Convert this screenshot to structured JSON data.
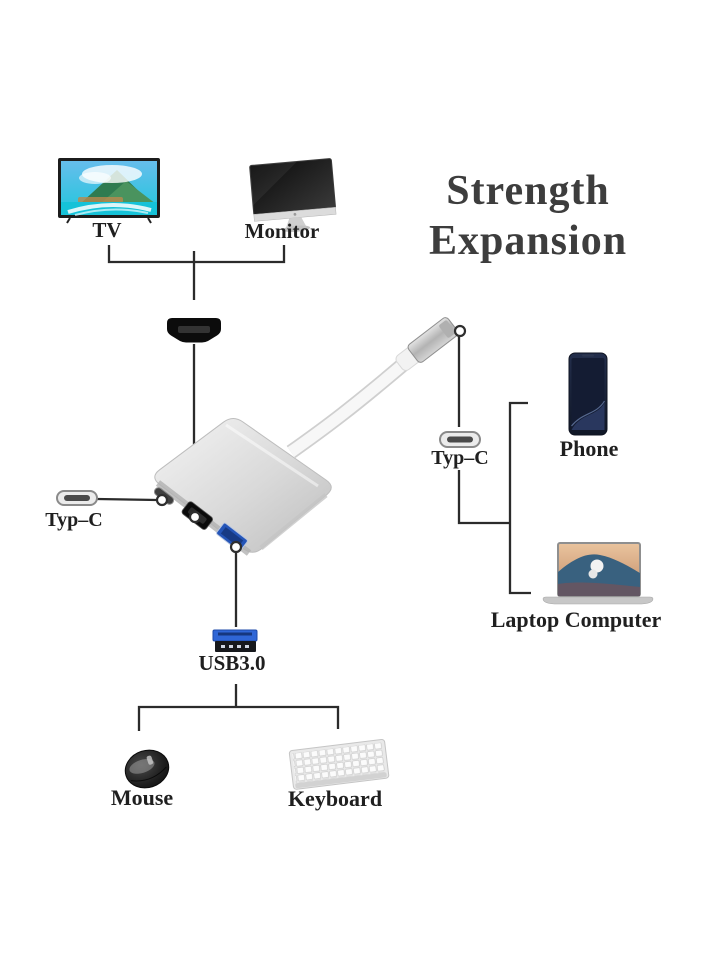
{
  "title": {
    "line1": "Strength",
    "line2": "Expansion"
  },
  "labels": {
    "tv": "TV",
    "monitor": "Monitor",
    "typc_left": "Typ–C",
    "typc_right": "Typ–C",
    "phone": "Phone",
    "laptop": "Laptop Computer",
    "usb": "USB3.0",
    "mouse": "Mouse",
    "keyboard": "Keyboard"
  },
  "device": {
    "type": "USB-C multiport hub adapter",
    "ports_shown": [
      "HDMI",
      "Typ–C",
      "USB3.0"
    ]
  },
  "colors": {
    "background": "#ffffff",
    "line": "#2b2b2b",
    "title_text": "#3d3d3d",
    "label_text": "#1f1f1f",
    "hub_silver": "#d6d6d6",
    "usb_port_blue": "#2455b8",
    "usb_icon_blue": "#2f66d6",
    "tv_screen_teal": "#18c5de",
    "phone_navy": "#1b2a4a"
  }
}
